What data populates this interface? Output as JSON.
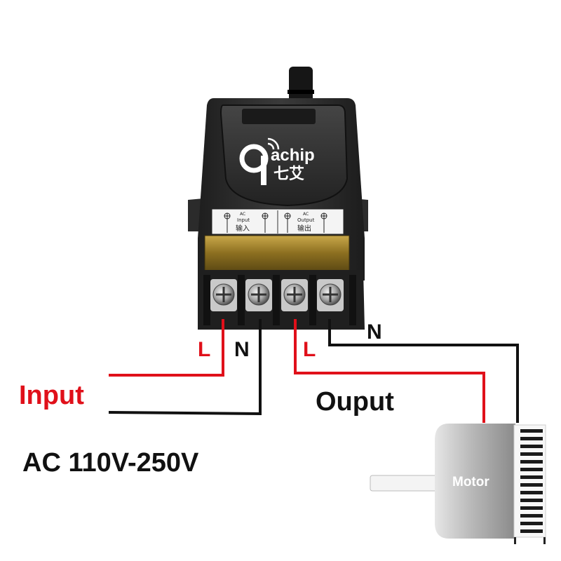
{
  "brand": {
    "logo_text": "achip",
    "logo_cn": "七艾"
  },
  "panel": {
    "ac_input_en_top": "AC",
    "ac_input_en": "Input",
    "ac_input_cn": "输入",
    "ac_output_en_top": "AC",
    "ac_output_en": "Output",
    "ac_output_cn": "输出"
  },
  "wires": {
    "input_live": "L",
    "input_neutral": "N",
    "output_live": "L",
    "output_neutral": "N"
  },
  "labels": {
    "input": "Input",
    "output": "Ouput",
    "voltage": "AC 110V-250V",
    "motor": "Motor"
  },
  "colors": {
    "live_wire": "#e0101a",
    "neutral_wire": "#111111",
    "input_text": "#e0101a",
    "body": "#2a2a2a",
    "terminal_strip": "#b89a40"
  }
}
